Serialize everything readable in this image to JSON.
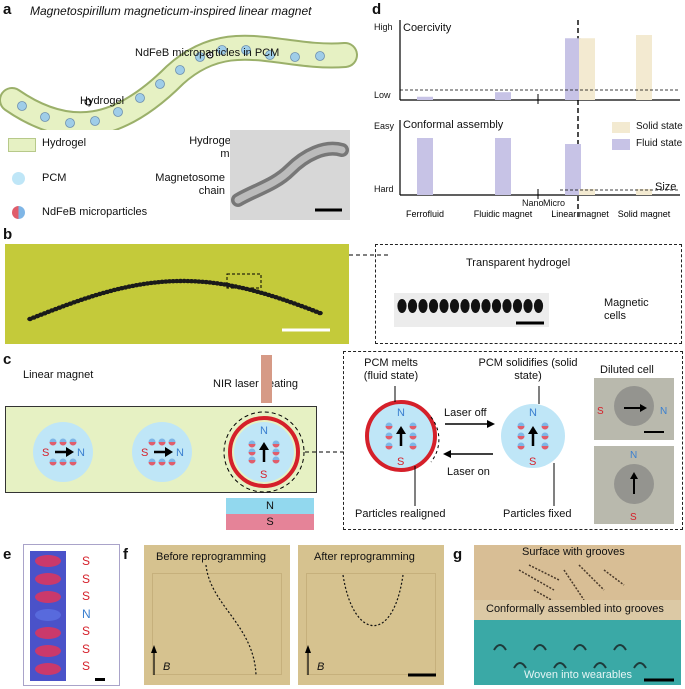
{
  "panels": {
    "a": {
      "letter": "a",
      "title": "Magnetospirillum magneticum-inspired linear magnet",
      "label_ndfeb_pcm": "NdFeB microparticles in PCM",
      "label_hydrogel": "Hydrogel",
      "legend": [
        "Hydrogel",
        "PCM",
        "NdFeB microparticles"
      ],
      "label_membrane": "Hydrogel-like cell membrane",
      "label_magnetosome": "Magnetosome chain"
    },
    "b": {
      "letter": "b",
      "label_transparent": "Transparent hydrogel",
      "label_magnetic_cells": "Magnetic cells"
    },
    "c": {
      "letter": "c",
      "label_linear_magnet": "Linear magnet",
      "label_nir": "NIR laser heating",
      "pole_n": "N",
      "pole_s": "S",
      "label_melts": "PCM melts (fluid state)",
      "label_solidifies": "PCM solidifies (solid state)",
      "label_laser_off": "Laser off",
      "label_laser_on": "Laser on",
      "label_realigned": "Particles realigned",
      "label_fixed": "Particles fixed",
      "label_diluted": "Diluted cell"
    },
    "d": {
      "letter": "d",
      "top_ylabel": "Coercivity",
      "top_high": "High",
      "top_low": "Low",
      "bottom_ylabel": "Conformal assembly",
      "bottom_easy": "Easy",
      "bottom_hard": "Hard",
      "xlabel": "Size",
      "nano": "Nano",
      "micro": "Micro",
      "legend_solid": "Solid state",
      "legend_fluid": "Fluid state",
      "color_solid": "#f3ead1",
      "color_fluid": "#c7c3e6"
    },
    "e": {
      "letter": "e",
      "poles": [
        "S",
        "S",
        "S",
        "N",
        "S",
        "S",
        "S"
      ]
    },
    "f": {
      "letter": "f",
      "before": "Before reprogramming",
      "after": "After reprogramming",
      "field": "B"
    },
    "g": {
      "letter": "g",
      "surface": "Surface with grooves",
      "conformal": "Conformally assembled into grooves",
      "woven": "Woven into wearables"
    }
  },
  "chart_data": {
    "type": "bar",
    "categories": [
      "Ferrofluid",
      "Fluidic magnet",
      "Linear magnet",
      "Solid magnet"
    ],
    "series": [
      {
        "name": "Fluid state",
        "coercivity": [
          0.05,
          0.12,
          0.95,
          null
        ],
        "conformal_assembly": [
          0.95,
          0.95,
          0.85,
          null
        ]
      },
      {
        "name": "Solid state",
        "coercivity": [
          null,
          null,
          0.95,
          1.0
        ],
        "conformal_assembly": [
          null,
          null,
          0.1,
          0.1
        ]
      }
    ],
    "top_ylabel": "Coercivity",
    "bottom_ylabel": "Conformal assembly",
    "xlabel": "Size"
  }
}
